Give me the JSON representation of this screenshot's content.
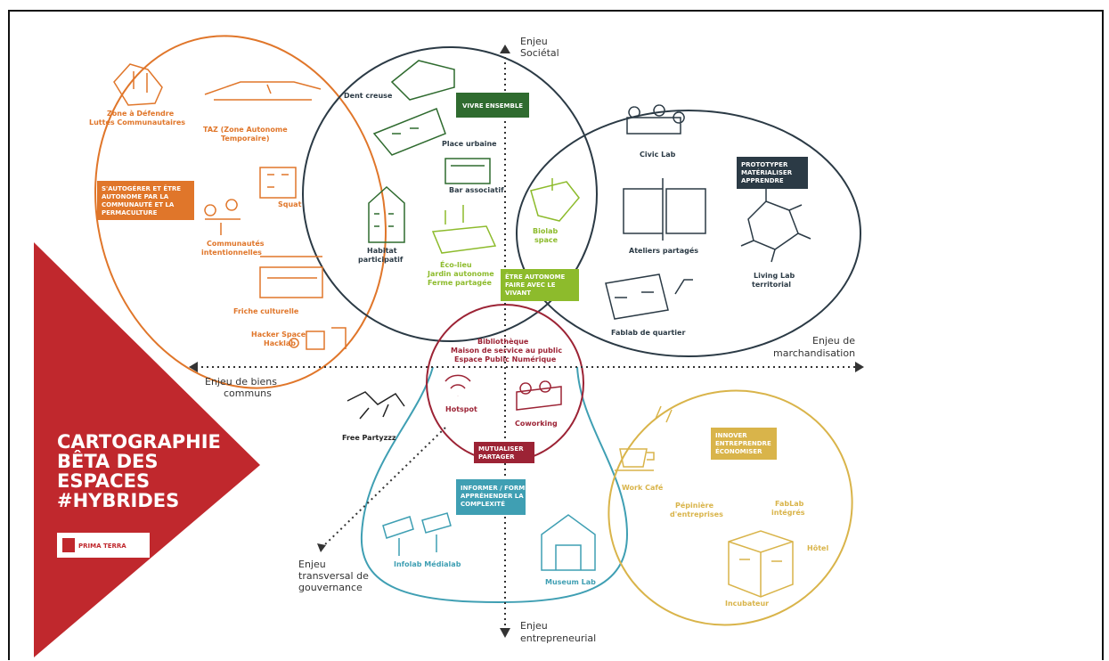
{
  "title_lines": [
    "CARTOGRAPHIE",
    "BÊTA DES",
    "ESPACES",
    "#HYBRIDES"
  ],
  "logo_text": "PRIMA TERRA",
  "axes": {
    "top": [
      "Enjeu",
      "Sociétal"
    ],
    "right": [
      "Enjeu de",
      "marchandisation"
    ],
    "left": [
      "Enjeu de biens",
      "communs"
    ],
    "bottom": [
      "Enjeu",
      "entrepreneurial"
    ],
    "diagonal": [
      "Enjeu",
      "transversal de",
      "gouvernance"
    ]
  },
  "boxes": {
    "autogerer": [
      "S'AUTOGÉRER ET ÊTRE",
      "AUTONOME PAR LA",
      "COMMUNAUTÉ ET LA",
      "PERMACULTURE"
    ],
    "vivre": [
      "VIVRE ENSEMBLE"
    ],
    "autonome": [
      "ÊTRE AUTONOME",
      "FAIRE AVEC LE",
      "VIVANT"
    ],
    "prototyper": [
      "PROTOTYPER",
      "MATÉRIALISER",
      "APPRENDRE"
    ],
    "mutualiser": [
      "MUTUALISER",
      "PARTAGER"
    ],
    "informer": [
      "INFORMER / FORMER",
      "APPRÉHENDER LA",
      "COMPLEXITÉ"
    ],
    "innover": [
      "INNOVER",
      "ENTREPRENDRE",
      "ÉCONOMISER"
    ]
  },
  "labels": {
    "zad": [
      "Zone à Défendre",
      "Luttes Communautaires"
    ],
    "taz": [
      "TAZ (Zone Autonome",
      "Temporaire)"
    ],
    "squat": [
      "Squat"
    ],
    "communautes": [
      "Communautés",
      "intentionnelles"
    ],
    "friche": [
      "Friche culturelle"
    ],
    "hacker": [
      "Hacker Space",
      "Hacklab"
    ],
    "dent": [
      "Dent creuse"
    ],
    "place": [
      "Place urbaine"
    ],
    "bar": [
      "Bar associatif"
    ],
    "habitat": [
      "Habitat",
      "participatif"
    ],
    "ecolieu": [
      "Éco-lieu",
      "Jardin autonome",
      "Ferme partagée"
    ],
    "biolab": [
      "Biolab",
      "space"
    ],
    "civic": [
      "Civic Lab"
    ],
    "ateliers": [
      "Ateliers partagés"
    ],
    "living": [
      "Living Lab",
      "territorial"
    ],
    "fablab": [
      "Fablab de quartier"
    ],
    "biblio": [
      "Bibliothèque",
      "Maison de service au public",
      "Espace Public Numérique"
    ],
    "hotspot": [
      "Hotspot"
    ],
    "coworking": [
      "Coworking"
    ],
    "free": [
      "Free Partyzzz"
    ],
    "infolab": [
      "Infolab Médialab"
    ],
    "museum": [
      "Museum Lab"
    ],
    "workcafe": [
      "Work Café"
    ],
    "pepiniere": [
      "Pépinière",
      "d'entreprises"
    ],
    "fablabint": [
      "FabLab",
      "intégrés"
    ],
    "hotel": [
      "Hôtel"
    ],
    "incubateur": [
      "Incubateur"
    ]
  },
  "colors": {
    "red": "#c0282d",
    "orange": "#e0762a",
    "dark": "#2b3a45",
    "green": "#2f6b2f",
    "lime": "#8dbb2c",
    "maroon": "#9c2335",
    "teal": "#3f9fb3",
    "gold": "#d9b44a"
  }
}
